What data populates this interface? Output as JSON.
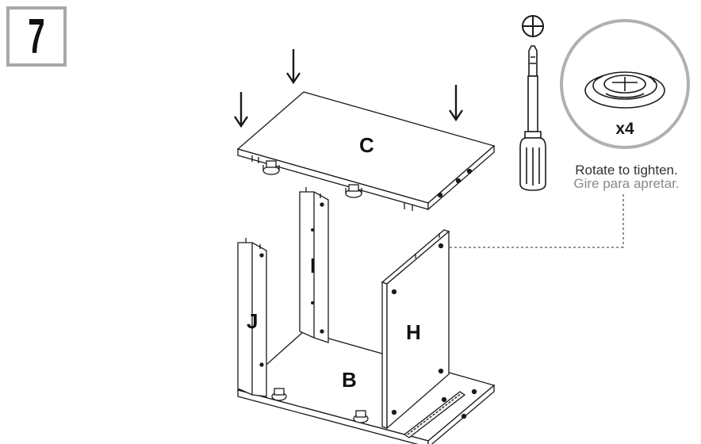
{
  "step": {
    "number": "7"
  },
  "panels": {
    "C": "C",
    "I": "I",
    "J": "J",
    "H": "H",
    "B": "B"
  },
  "callout": {
    "quantity": "x4",
    "instruction_en": "Rotate to tighten.",
    "instruction_es": "Gire para apretar."
  },
  "icons": [
    "phillips-head-icon",
    "screwdriver-icon",
    "cam-lock-icon",
    "down-arrow-icon"
  ],
  "colors": {
    "line": "#1a1a1a",
    "step_border": "#a8a8a8",
    "callout_ring": "#b0b0b0",
    "secondary_text": "#8a8a8a"
  }
}
